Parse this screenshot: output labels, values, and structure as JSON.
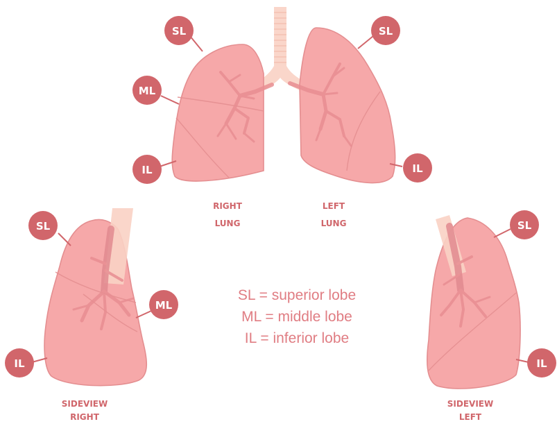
{
  "labels": {
    "superior": "SL",
    "middle": "ML",
    "inferior": "IL"
  },
  "captions": {
    "right_lung": [
      "RIGHT",
      "LUNG"
    ],
    "left_lung": [
      "LEFT",
      "LUNG"
    ],
    "sideview_right": [
      "SIDEVIEW",
      "RIGHT"
    ],
    "sideview_left": [
      "SIDEVIEW",
      "LEFT"
    ]
  },
  "legend": [
    "SL = superior lobe",
    "ML = middle lobe",
    "IL = inferior lobe"
  ],
  "colors": {
    "badge": "#d1666b",
    "lung_fill": "#f6a8a9",
    "lung_outline": "#e48e90",
    "trachea": "#f9d2c4",
    "legend_text": "#e07d83"
  }
}
